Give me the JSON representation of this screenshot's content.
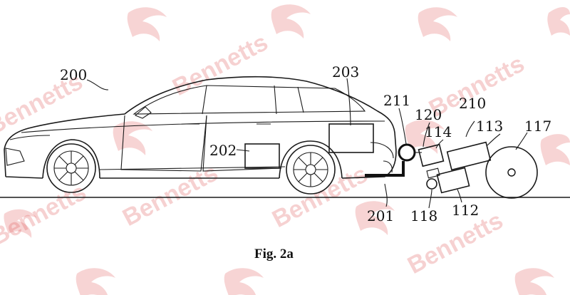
{
  "figure": {
    "caption": "Fig. 2a",
    "labels": {
      "vehicle": "200",
      "rear_unit": "203",
      "battery": "202",
      "hitch_bar": "201",
      "coupling": "211",
      "connector": "120",
      "module_114": "114",
      "trailer": "210",
      "module_113": "113",
      "wheel": "117",
      "roller": "118",
      "module_112": "112"
    }
  },
  "watermark": {
    "text": "Bennetts",
    "color": "#e05a5a"
  }
}
